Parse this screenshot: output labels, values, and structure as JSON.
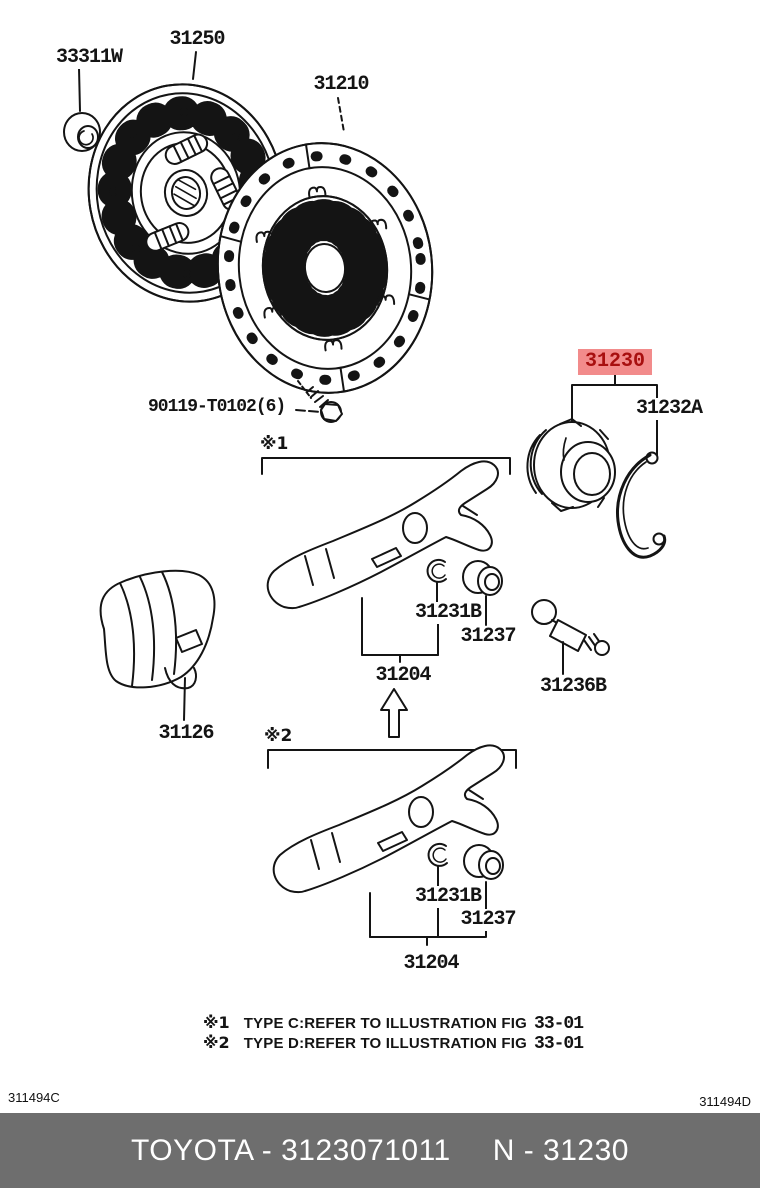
{
  "colors": {
    "highlight_bg": "#f28b8b",
    "highlight_text": "#a80f0f",
    "footer_bar": "#6e6e6e",
    "line": "#141414"
  },
  "parts": {
    "grommet": {
      "label": "33311W"
    },
    "disc": {
      "label": "31250"
    },
    "cover": {
      "label": "31210"
    },
    "bolt": {
      "label": "90119-T0102(6)"
    },
    "bearing": {
      "label": "31230"
    },
    "clip": {
      "label": "31232A"
    },
    "snapring1": {
      "label": "31231B"
    },
    "bushing1": {
      "label": "31237"
    },
    "fork1": {
      "label": "31204"
    },
    "pivot": {
      "label": "31236B"
    },
    "boot": {
      "label": "31126"
    },
    "snapring2": {
      "label": "31231B"
    },
    "bushing2": {
      "label": "31237"
    },
    "fork2": {
      "label": "31204"
    },
    "ref1": {
      "label": "※1"
    },
    "ref2": {
      "label": "※2"
    }
  },
  "notes": [
    {
      "ref": "※1",
      "text": "TYPE C:REFER TO ILLUSTRATION FIG",
      "fig": "33-01"
    },
    {
      "ref": "※2",
      "text": "TYPE D:REFER TO ILLUSTRATION FIG",
      "fig": "33-01"
    }
  ],
  "footer": {
    "code_left": "311494C",
    "code_right": "311494D",
    "title_left": "TOYOTA - 3123071011",
    "title_right": "N - 31230"
  }
}
